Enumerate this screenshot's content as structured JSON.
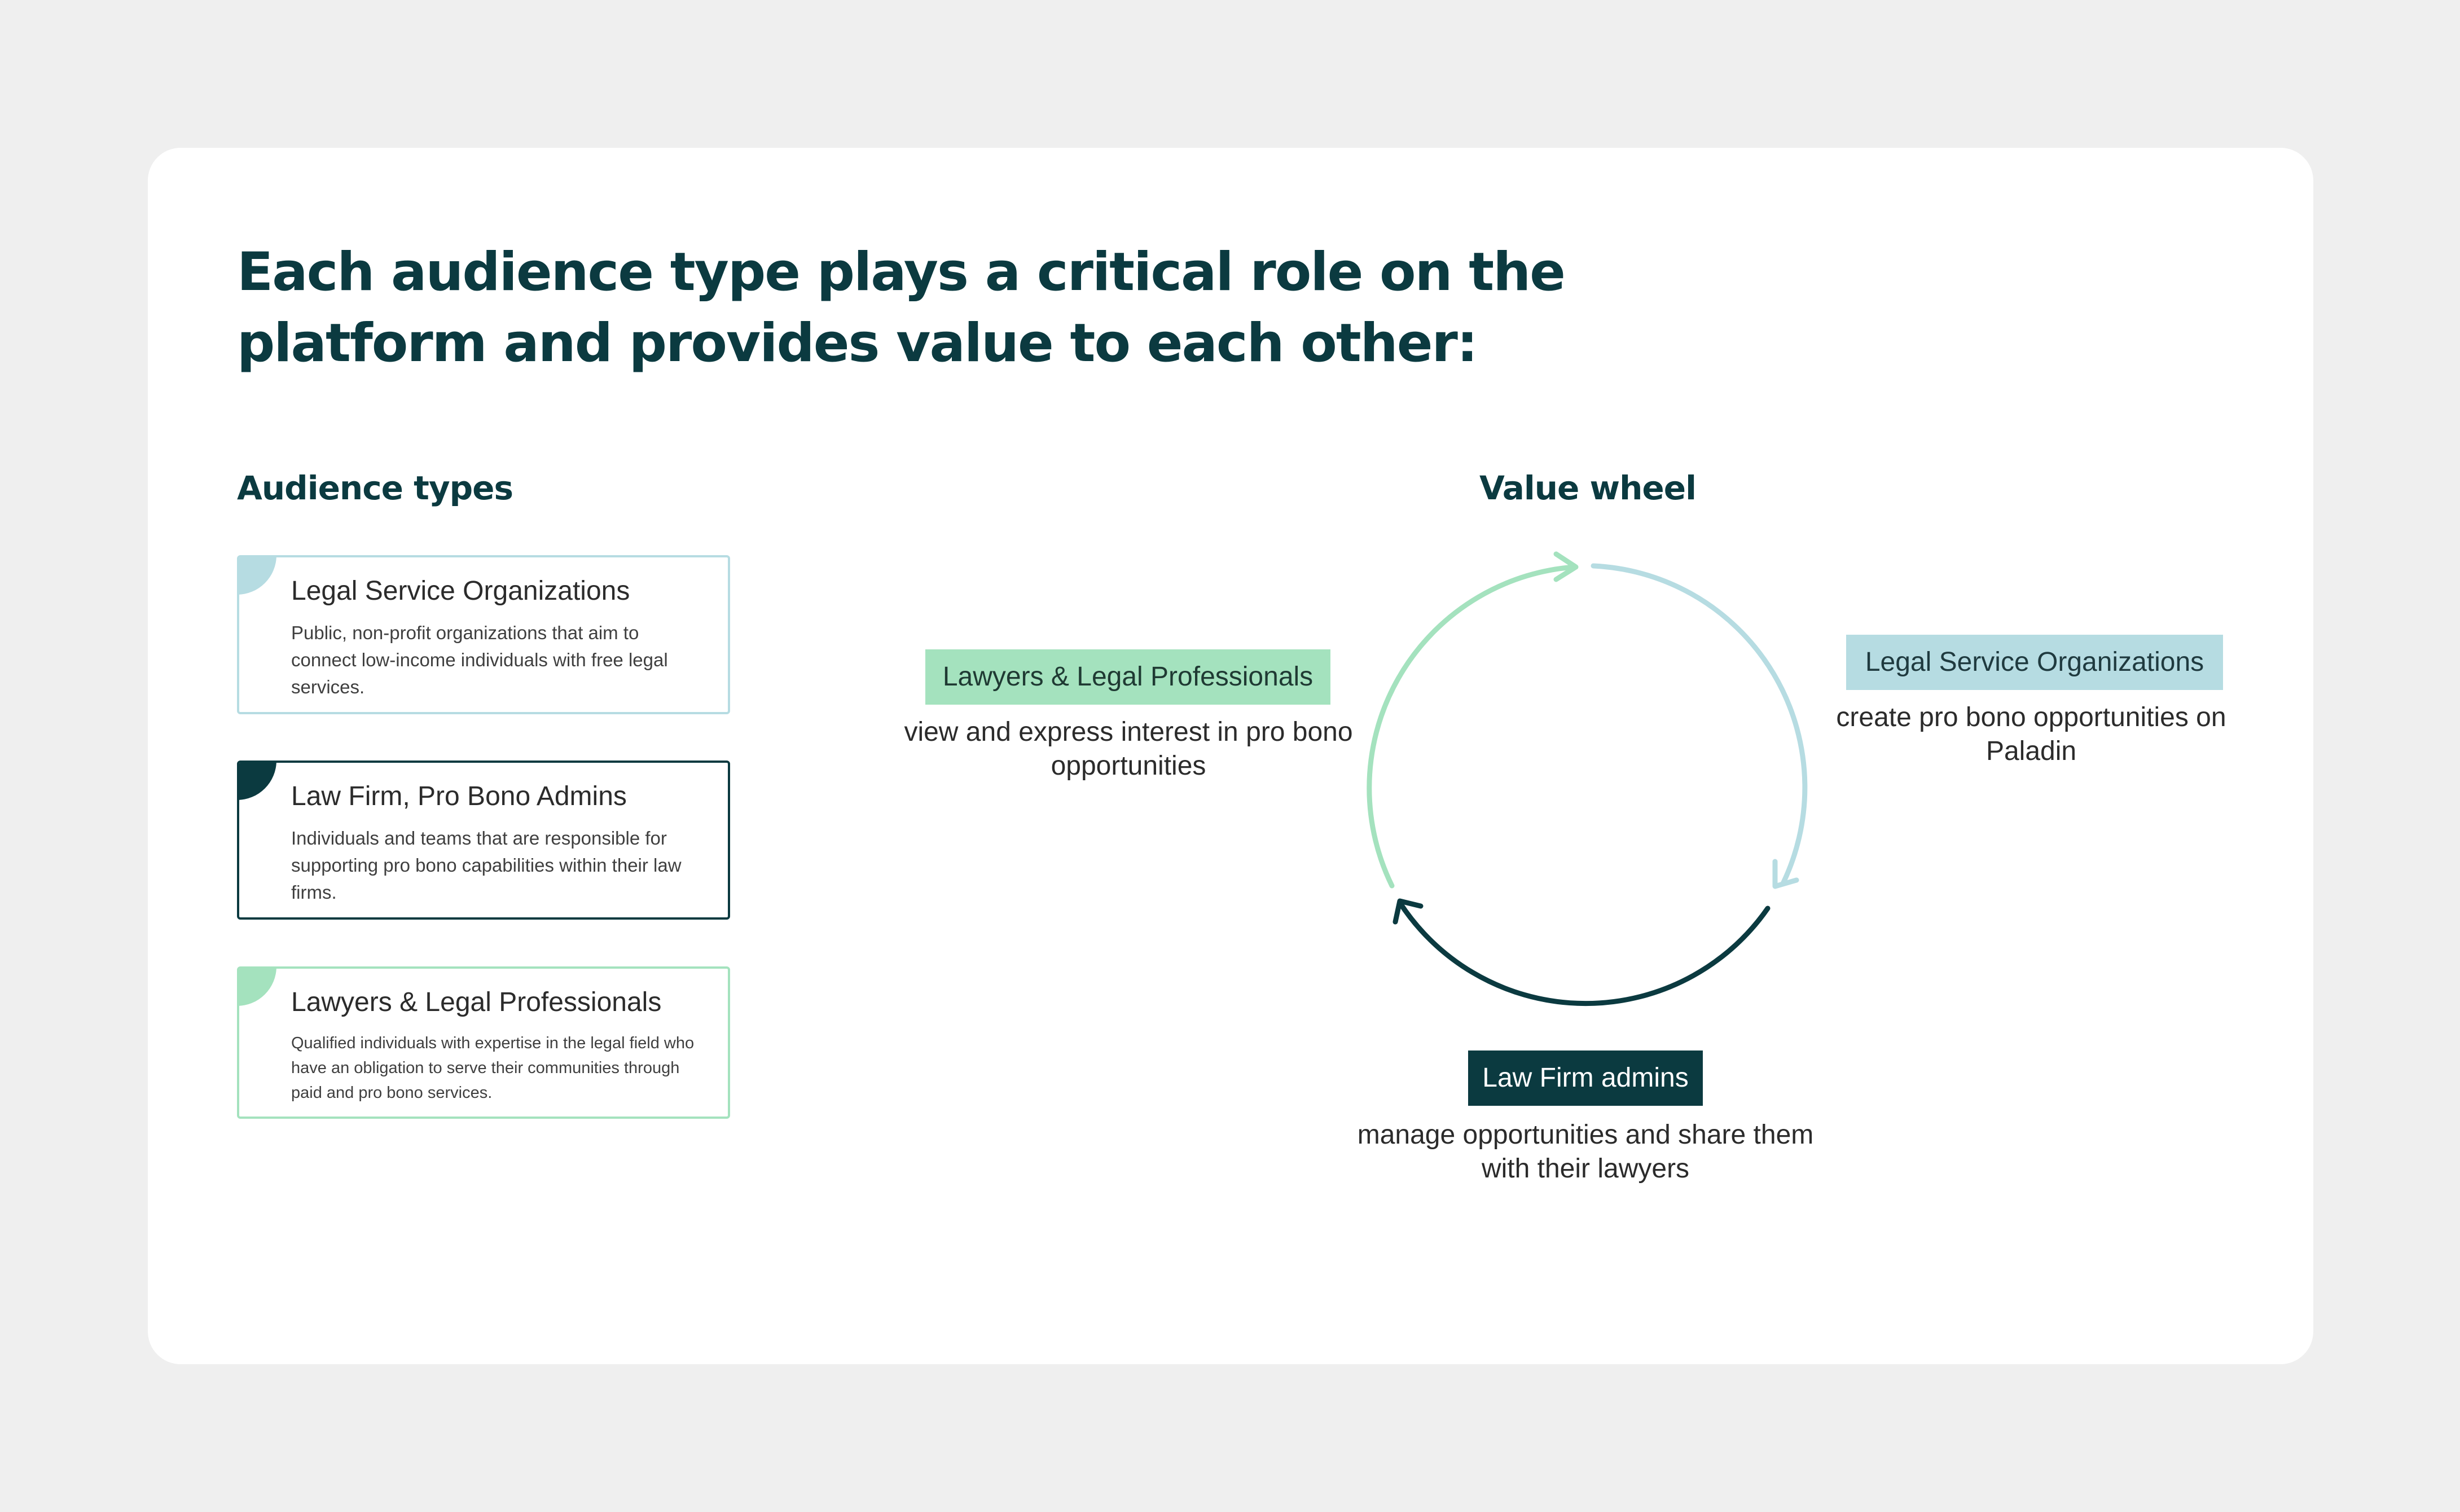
{
  "headline": "Each audience type plays a critical role on the platform and provides value to each other:",
  "audience_section": {
    "heading": "Audience types",
    "items": [
      {
        "title": "Legal Service Organizations",
        "description": "Public, non-profit organizations that aim to connect low-income individuals with free legal services.",
        "color": "#b6dce2"
      },
      {
        "title": "Law Firm, Pro Bono Admins",
        "description": "Individuals and teams that are responsible for supporting pro bono capabilities within their law firms.",
        "color": "#0b3a40"
      },
      {
        "title": "Lawyers & Legal Professionals",
        "description": "Qualified individuals with expertise in the legal field who have an obligation to serve their communities through paid and pro bono services.",
        "color": "#a4e2be"
      }
    ]
  },
  "value_wheel": {
    "heading": "Value wheel",
    "nodes": [
      {
        "label": "Lawyers & Legal Professionals",
        "description": "view and express interest in pro bono opportunities",
        "color": "#a4e2be"
      },
      {
        "label": "Legal Service Organizations",
        "description": "create pro bono opportunities on Paladin",
        "color": "#b6dce2"
      },
      {
        "label": "Law Firm admins",
        "description": "manage opportunities and share them with their lawyers",
        "color": "#0b3a40"
      }
    ]
  }
}
